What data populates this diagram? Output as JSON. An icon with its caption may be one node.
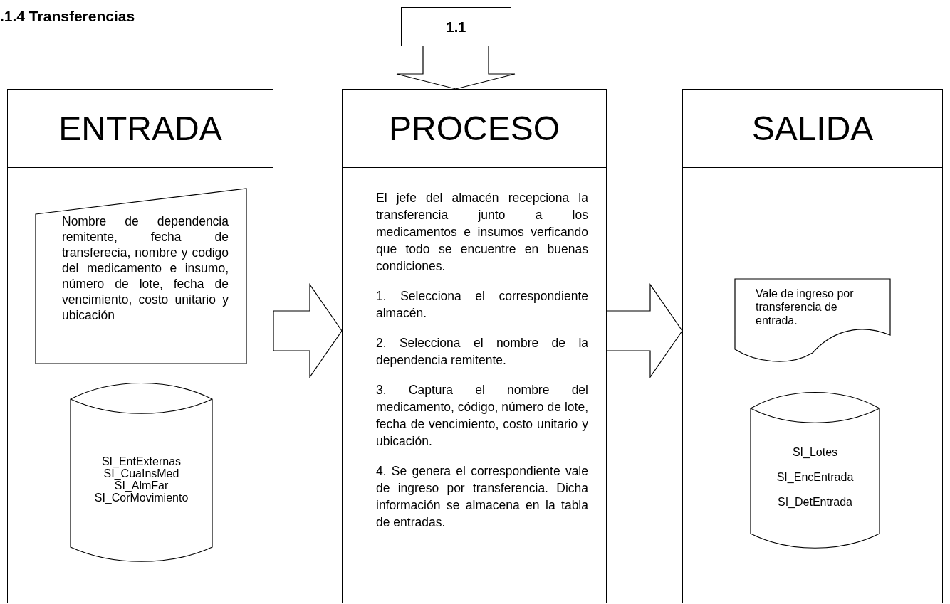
{
  "diagram": {
    "title": ".1.4 Transferencias",
    "nodes": [
      {
        "text": [
          "ENTRADA"
        ]
      },
      {
        "text": [
          "Nombre de dependencia remitente, fecha de transferecia, nombre y codigo del medicamento e insumo, número de lote, fecha de vencimiento, costo unitario y ubicación"
        ],
        "in": 0
      },
      {
        "text": [
          "SI_EntExternas SI_CuaInsMed SI_AlmFar SI_CorMovimiento"
        ],
        "in": 0
      },
      {
        "text": [
          "1.1"
        ]
      },
      {
        "text": [
          "PROCESO",
          "El jefe del almacén recepciona la transferencia junto a los medicamentos e insumos verficando que todo se encuentre en buenas condiciones.",
          "1. Selecciona el correspondiente almacén.",
          "2. Selecciona el nombre de la dependencia remitente.",
          "3. Captura el nombre del medicamento, código, número de lote, fecha de vencimiento, costo unitario y ubicación.",
          "4. Se genera el correspondiente vale de ingreso por transferencia. Dicha información se almacena en la tabla de entradas."
        ]
      },
      {
        "text": [
          "SALIDA"
        ]
      },
      {
        "text": [
          "Vale de ingreso por transferencia de entrada."
        ],
        "in": 5
      },
      {
        "text": [
          "SI_Lotes SI_EncEntrada SI_DetEntrada"
        ],
        "in": 5
      }
    ],
    "edges": [
      {
        "from": 3,
        "to": 4,
        "arrow": "to"
      },
      {
        "from": 0,
        "to": 4,
        "arrow": "to"
      },
      {
        "from": 4,
        "to": 5,
        "arrow": "to"
      }
    ]
  }
}
